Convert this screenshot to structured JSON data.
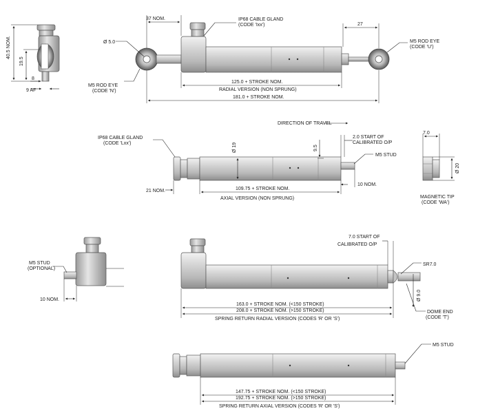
{
  "radial_view": {
    "dim_37_nom": "37 NOM.",
    "cable_gland_line1": "IP68 CABLE GLAND",
    "cable_gland_line2": "(CODE 'Ixx')",
    "dim_27": "27",
    "rod_eye_u_line1": "M5 ROD EYE",
    "rod_eye_u_line2": "(CODE 'U')",
    "dia_5": "Ø 5.0",
    "dim_40_5": "40.5 NOM.",
    "dim_19_5": "19.5",
    "dim_8": "8",
    "dim_9af": "9 AF",
    "rod_eye_n_line1": "M5 ROD EYE",
    "rod_eye_n_line2": "(CODE 'N')",
    "dim_125": "125.0 + STROKE NOM.",
    "caption": "RADIAL VERSION (NON SPRUNG)",
    "dim_181": "181.0 + STROKE NOM."
  },
  "axial_view": {
    "direction": "DIRECTION OF TRAVEL",
    "cable_gland_line1": "IP68 CABLE GLAND",
    "cable_gland_line2": "(CODE 'Lxx')",
    "dia_19": "Ø 19",
    "dim_9_5": "9.5",
    "cal_line1": "2.0 START OF",
    "cal_line2": "CALIBRATED O/P",
    "stud": "M5 STUD",
    "dim_21": "21 NOM.",
    "dim_10": "10 NOM.",
    "dim_109": "109.75 + STROKE NOM.",
    "caption": "AXIAL VERSION (NON SPRUNG)"
  },
  "magnetic_tip": {
    "dim_7": "7.0",
    "dia_20": "Ø 20",
    "label_line1": "MAGNETIC TIP",
    "label_line2": "(CODE 'WA')"
  },
  "spring_radial": {
    "stud_line1": "M5 STUD",
    "stud_line2": "(OPTIONAL)",
    "dim_10": "10 NOM.",
    "cal_line1": "7.0 START OF",
    "cal_line2": "CALIBRATED O/P",
    "sr": "SR7.0",
    "dia_9": "Ø 9.0",
    "dome_line1": "DOME END",
    "dome_line2": "(CODE 'T')",
    "dim_163": "163.0 + STROKE NOM. (<150 STROKE)",
    "dim_208": "208.0 + STROKE NOM. (>150 STROKE)",
    "caption": "SPRING RETURN RADIAL VERSION (CODES 'R' OR 'S')"
  },
  "spring_axial": {
    "stud": "M5 STUD",
    "dim_147": "147.75 + STROKE NOM. (<150 STROKE)",
    "dim_192": "192.75 + STROKE NOM. (>150 STROKE)",
    "caption": "SPRING RETURN AXIAL VERSION (CODES 'R' OR 'S')"
  }
}
